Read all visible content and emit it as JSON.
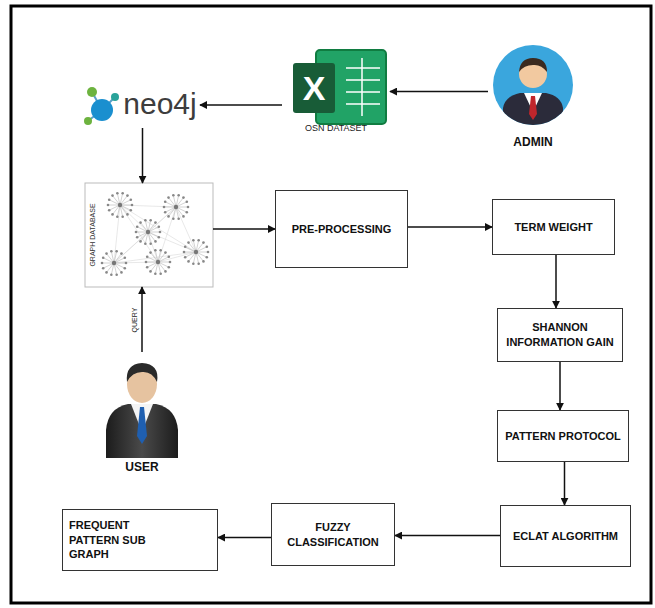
{
  "diagram": {
    "nodes": [
      {
        "text": [
          "neo4j"
        ]
      },
      {
        "text": [
          "X",
          "OSN DATASET"
        ]
      },
      {
        "text": [
          "ADMIN"
        ]
      },
      {
        "text": [
          "GRAPH DATABASE"
        ]
      },
      {
        "text": [
          "PRE-PROCESSING"
        ]
      },
      {
        "text": [
          "TERM WEIGHT"
        ]
      },
      {
        "text": [
          "SHANNON INFORMATION GAIN"
        ]
      },
      {
        "text": [
          "PATTERN PROTOCOL"
        ]
      },
      {
        "text": [
          "ECLAT ALGORITHM"
        ]
      },
      {
        "text": [
          "FUZZY CLASSIFICATION"
        ]
      },
      {
        "text": [
          "FREQUENT PATTERN SUB GRAPH"
        ]
      },
      {
        "text": [
          "USER"
        ]
      }
    ],
    "edges": [
      {
        "from": 2,
        "to": 1,
        "arrow": "to"
      },
      {
        "from": 1,
        "to": 0,
        "arrow": "to"
      },
      {
        "from": 0,
        "to": 3,
        "arrow": "to"
      },
      {
        "from": 3,
        "to": 4,
        "arrow": "to"
      },
      {
        "from": 4,
        "to": 5,
        "arrow": "to"
      },
      {
        "from": 5,
        "to": 6,
        "arrow": "to"
      },
      {
        "from": 6,
        "to": 7,
        "arrow": "to"
      },
      {
        "from": 7,
        "to": 8,
        "arrow": "to"
      },
      {
        "from": 8,
        "to": 9,
        "arrow": "to"
      },
      {
        "from": 9,
        "to": 10,
        "arrow": "to"
      },
      {
        "from": 11,
        "to": 3,
        "label": "QUERY",
        "arrow": "to"
      }
    ]
  }
}
